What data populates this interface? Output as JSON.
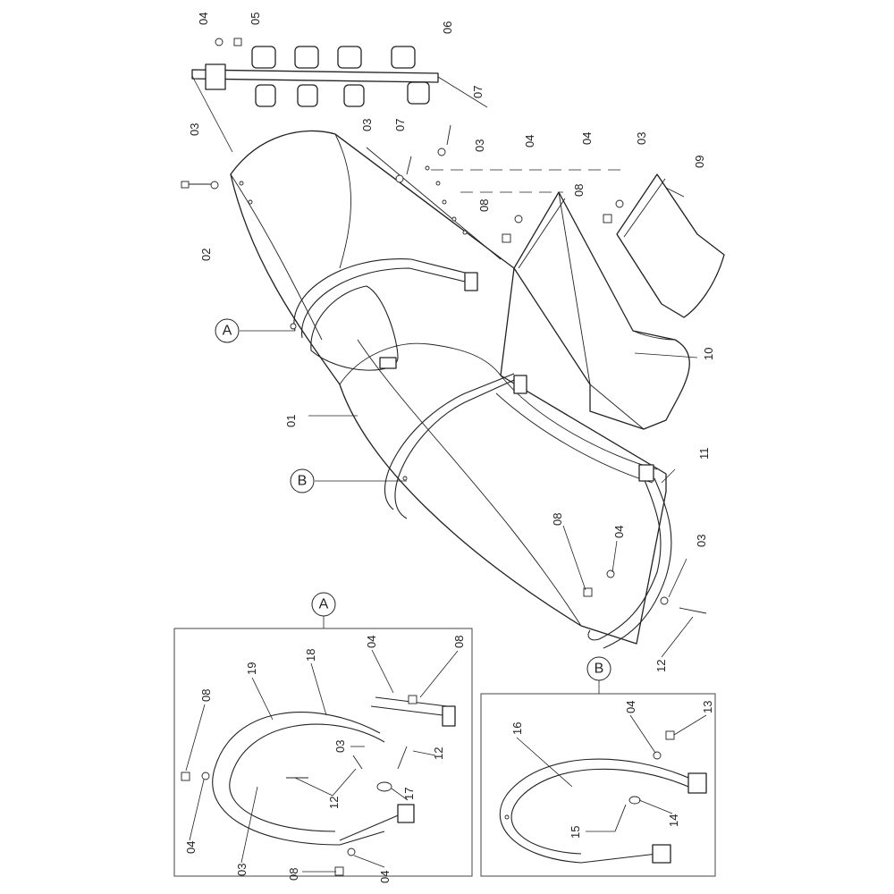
{
  "callouts": {
    "view_a": "A",
    "view_b": "B"
  },
  "parts": {
    "p01": "01",
    "p02": "02",
    "p03": "03",
    "p04": "04",
    "p05": "05",
    "p06": "06",
    "p07": "07",
    "p08": "08",
    "p09": "09",
    "p10": "10",
    "p11": "11",
    "p12": "12",
    "p13": "13",
    "p14": "14",
    "p15": "15",
    "p16": "16",
    "p17": "17",
    "p18": "18",
    "p19": "19"
  }
}
